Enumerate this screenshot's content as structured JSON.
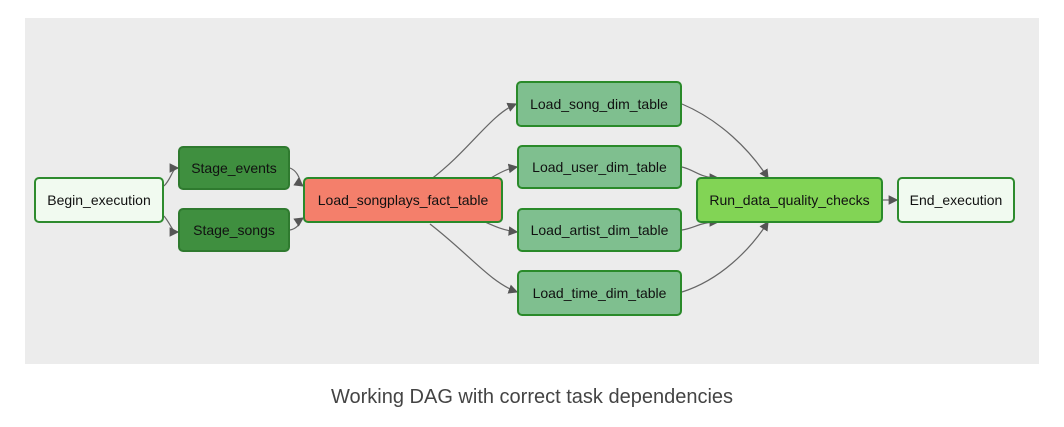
{
  "diagram": {
    "nodes": {
      "begin": "Begin_execution",
      "stage_events": "Stage_events",
      "stage_songs": "Stage_songs",
      "load_fact": "Load_songplays_fact_table",
      "load_song": "Load_song_dim_table",
      "load_user": "Load_user_dim_table",
      "load_artist": "Load_artist_dim_table",
      "load_time": "Load_time_dim_table",
      "quality": "Run_data_quality_checks",
      "end": "End_execution"
    },
    "colors": {
      "background": "#ececec",
      "border": "#2a8a2a",
      "success_light": "#f1faf0",
      "success_dark": "#3f8f3f",
      "success_mid": "#7fbf8f",
      "running": "#f47f6b",
      "quality": "#82d455"
    }
  },
  "caption": "Working DAG with correct task dependencies"
}
